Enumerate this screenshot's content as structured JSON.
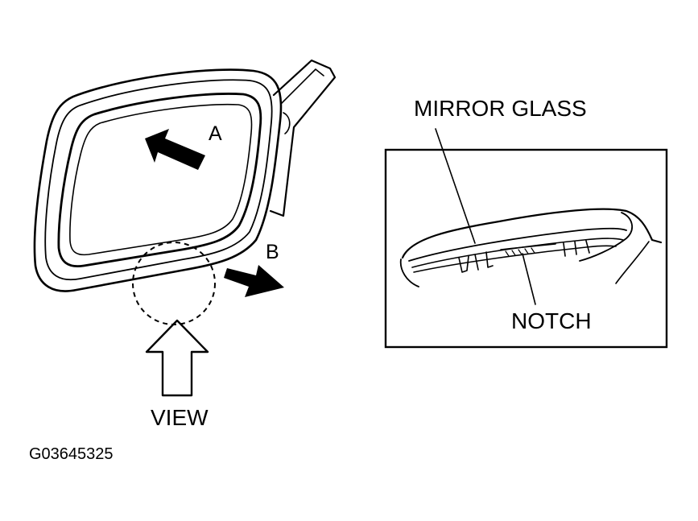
{
  "labels": {
    "arrow_a": "A",
    "arrow_b": "B",
    "view": "VIEW",
    "mirror_glass": "MIRROR GLASS",
    "notch": "NOTCH",
    "figure_id": "G03645325"
  },
  "colors": {
    "ink": "#000000",
    "paper": "#ffffff"
  },
  "icons": {
    "arrow_a": "bold-arrow-up-left-icon",
    "arrow_b": "bold-arrow-right-icon",
    "view_arrow": "hollow-arrow-up-icon"
  }
}
